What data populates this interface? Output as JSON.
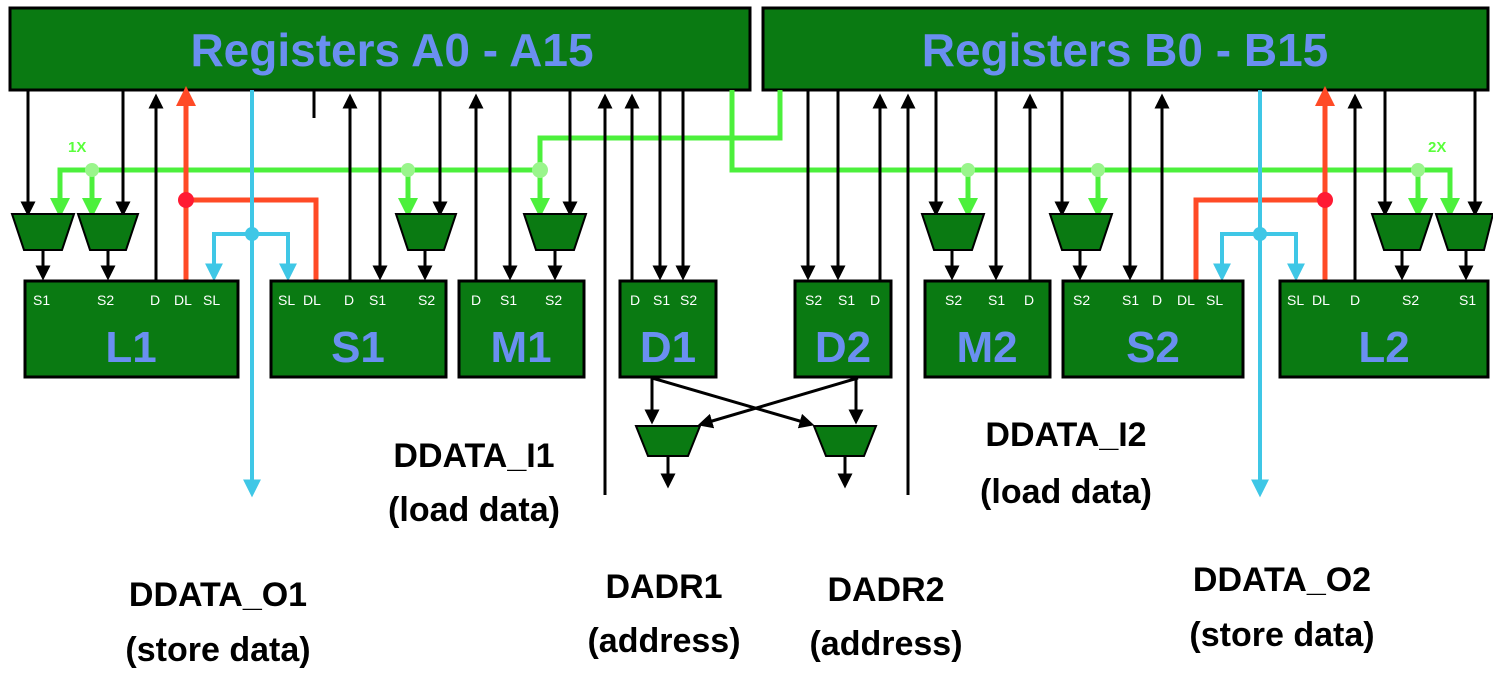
{
  "registers": {
    "a_title": "Registers A0 - A15",
    "b_title": "Registers B0 - B15"
  },
  "cross_paths": {
    "x1_label": "1X",
    "x2_label": "2X"
  },
  "units": {
    "L1": {
      "name": "L1",
      "ports": [
        "S1",
        "S2",
        "D",
        "DL",
        "SL"
      ]
    },
    "S1": {
      "name": "S1",
      "ports": [
        "SL",
        "DL",
        "D",
        "S1",
        "S2"
      ]
    },
    "M1": {
      "name": "M1",
      "ports": [
        "D",
        "S1",
        "S2"
      ]
    },
    "D1": {
      "name": "D1",
      "ports": [
        "D",
        "S1",
        "S2"
      ]
    },
    "D2": {
      "name": "D2",
      "ports": [
        "S2",
        "S1",
        "D"
      ]
    },
    "M2": {
      "name": "M2",
      "ports": [
        "S2",
        "S1",
        "D"
      ]
    },
    "S2": {
      "name": "S2",
      "ports": [
        "S2",
        "S1",
        "D",
        "DL",
        "SL"
      ]
    },
    "L2": {
      "name": "L2",
      "ports": [
        "SL",
        "DL",
        "D",
        "S2",
        "S1"
      ]
    }
  },
  "buses": {
    "ddata_i1": {
      "name": "DDATA_I1",
      "desc": "(load data)"
    },
    "ddata_i2": {
      "name": "DDATA_I2",
      "desc": "(load data)"
    },
    "ddata_o1": {
      "name": "DDATA_O1",
      "desc": "(store data)"
    },
    "ddata_o2": {
      "name": "DDATA_O2",
      "desc": "(store data)"
    },
    "dadr1": {
      "name": "DADR1",
      "desc": "(address)"
    },
    "dadr2": {
      "name": "DADR2",
      "desc": "(address)"
    }
  },
  "colors": {
    "box_fill": "#0a7a12",
    "title_text": "#6a8ff0",
    "cross_path": "#4cf03c",
    "long_data": "#ff4a26",
    "store_data": "#3fc7e6"
  }
}
